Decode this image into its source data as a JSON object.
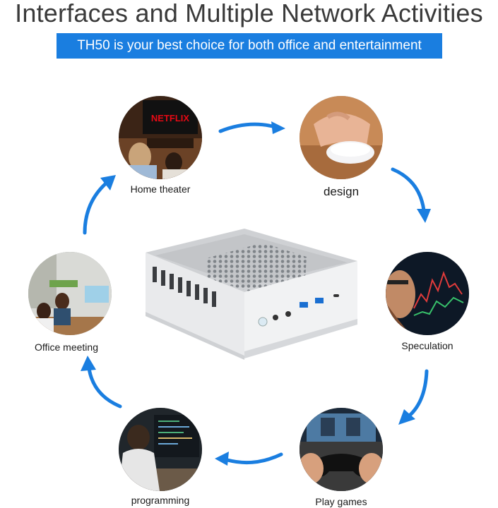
{
  "header": {
    "title": "Interfaces and Multiple Network Activities",
    "subtitle": "TH50 is your best choice for both office and entertainment"
  },
  "activities": {
    "home_theater": {
      "label": "Home theater",
      "screen_text": "NETFLIX"
    },
    "design": {
      "label": "design"
    },
    "speculation": {
      "label": "Speculation"
    },
    "play_games": {
      "label": "Play games"
    },
    "programming": {
      "label": "programming"
    },
    "office_meeting": {
      "label": "Office meeting"
    }
  },
  "colors": {
    "accent": "#1a7ee0",
    "title_text": "#3a3a3a",
    "netflix_red": "#e50914",
    "device_silver": "#d9dbde"
  }
}
